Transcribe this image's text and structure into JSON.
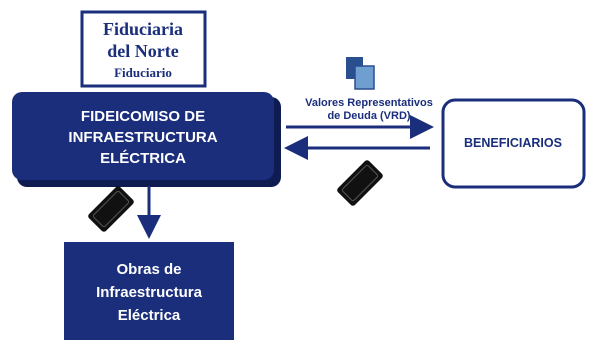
{
  "colors": {
    "navy": "#1a2e7c",
    "white": "#ffffff",
    "bill_black": "#111111",
    "doc_back": "#2a4f8f",
    "doc_front": "#6f9fd0"
  },
  "fiduciario_box": {
    "line1": "Fiduciaria",
    "line2": "del Norte",
    "line3": "Fiduciario"
  },
  "fideicomiso_box": {
    "line1": "FIDEICOMISO DE",
    "line2": "INFRAESTRUCTURA",
    "line3": "ELÉCTRICA"
  },
  "beneficiarios_box": {
    "label": "BENEFICIARIOS"
  },
  "obras_box": {
    "line1": "Obras de",
    "line2": "Infraestructura",
    "line3": "Eléctrica"
  },
  "vrd_label": {
    "line1": "Valores Representativos",
    "line2": "de Deuda (VRD)"
  },
  "icons": {
    "documents": "documents-icon",
    "money_left": "money-bill-icon",
    "money_right": "money-bill-icon"
  }
}
